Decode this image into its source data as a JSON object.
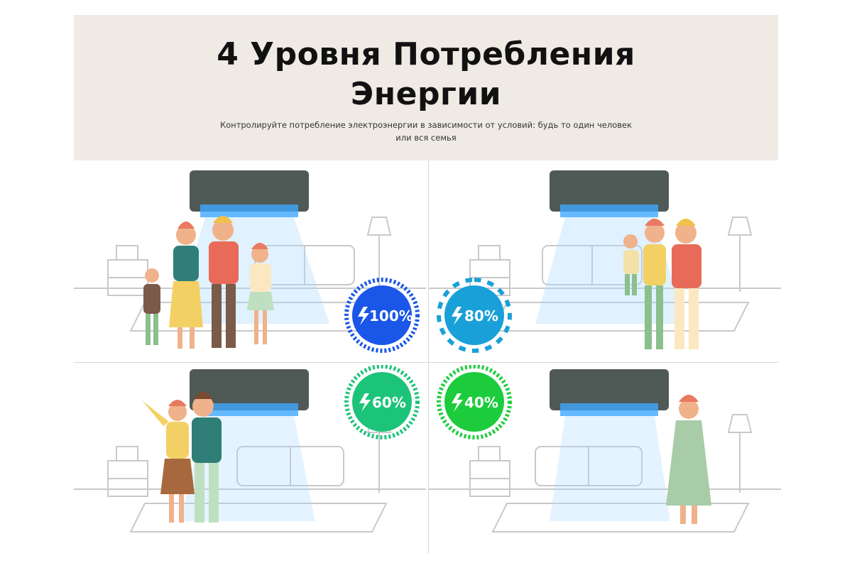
{
  "header": {
    "title_line1": "4 Уровня Потребления",
    "title_line2": "Энергии",
    "subtitle": "Контролируйте потребление электроэнергии в зависимости от условий: будь то один человек или вся семья"
  },
  "panels": [
    {
      "label": "100%",
      "level": 1.0,
      "people": 4,
      "color": "#1a56e8"
    },
    {
      "label": "80%",
      "level": 0.8,
      "people": 3,
      "color": "#1aa0d8"
    },
    {
      "label": "60%",
      "level": 0.6,
      "people": 2,
      "color": "#1cc47a"
    },
    {
      "label": "40%",
      "level": 0.4,
      "people": 1,
      "color": "#1ccc3c"
    }
  ]
}
